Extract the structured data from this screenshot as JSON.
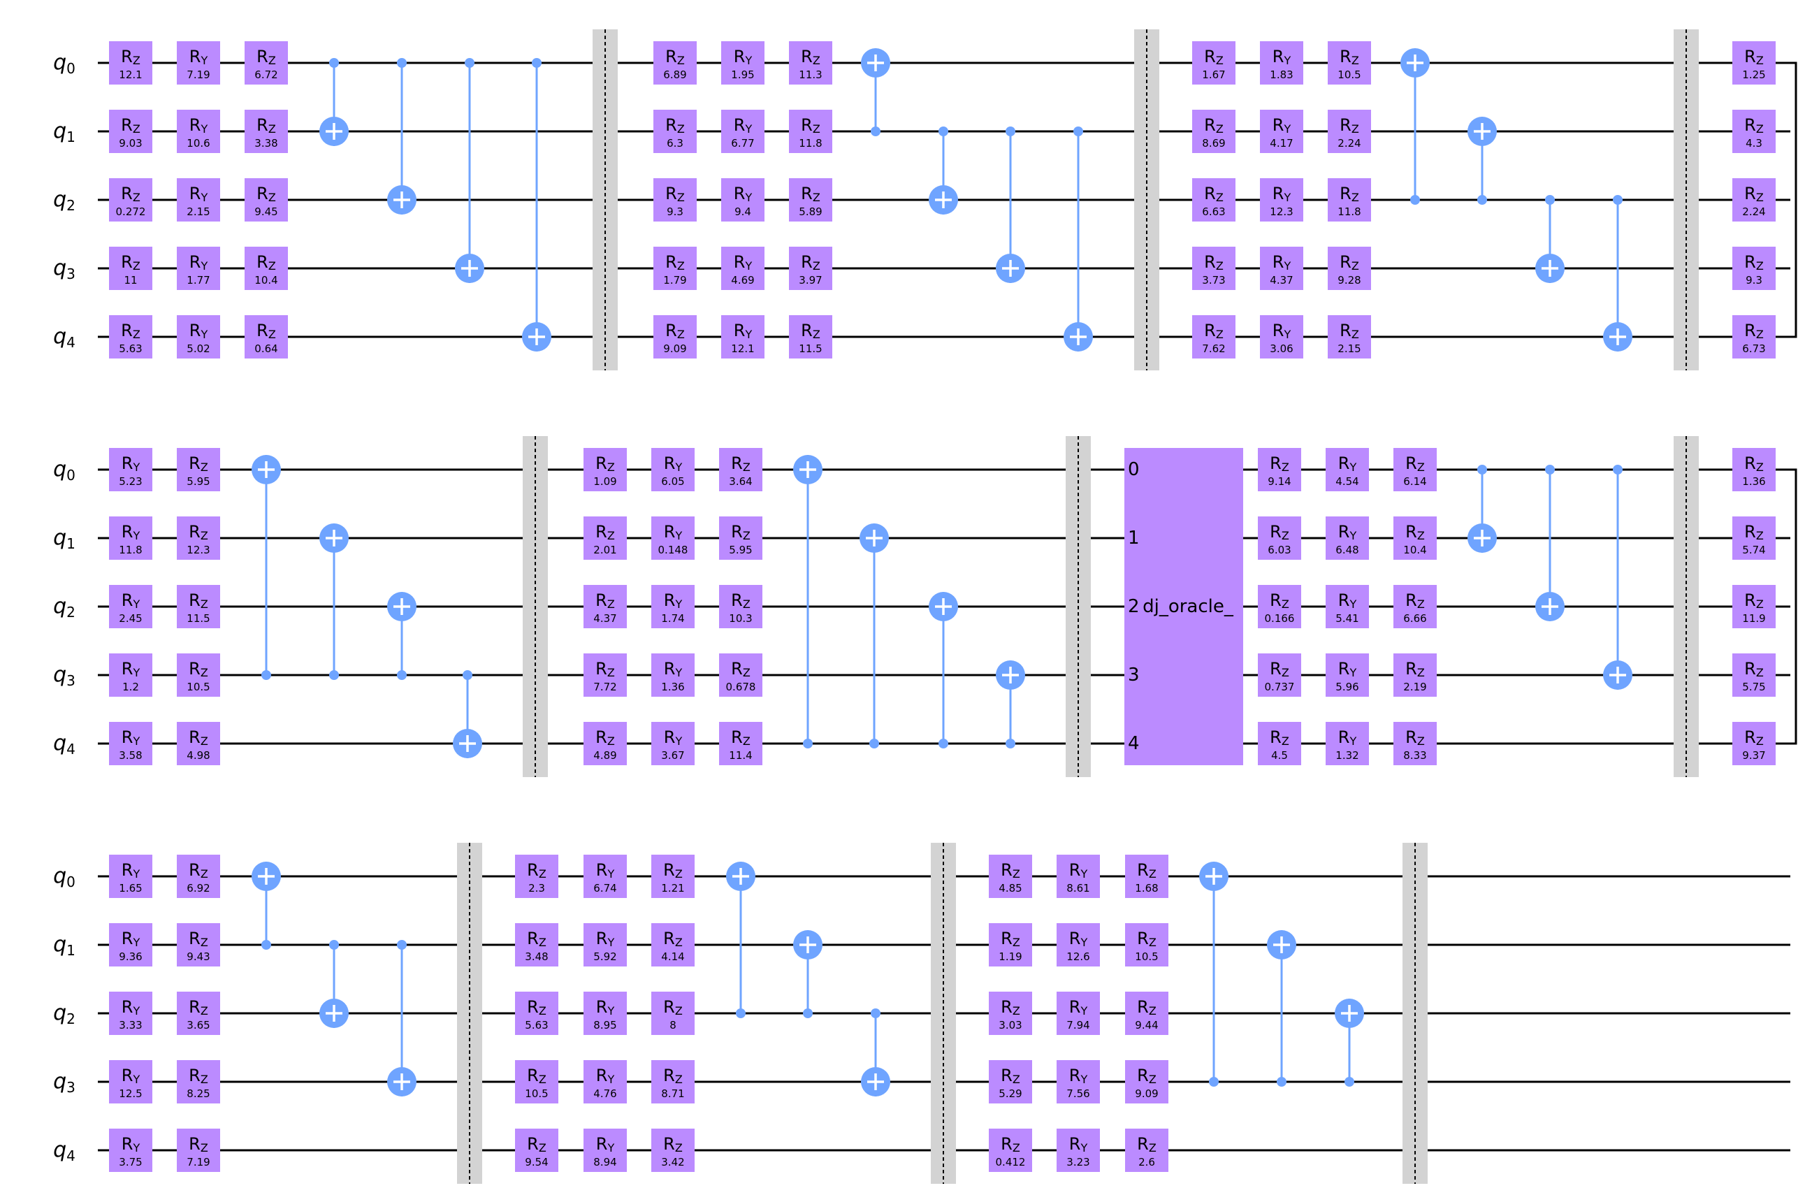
{
  "qubit_labels": [
    "q0",
    "q1",
    "q2",
    "q3",
    "q4"
  ],
  "colors": {
    "gate": "#BB8BFF",
    "cnot": "#6FA4FF",
    "wire": "#000000",
    "barrier": "#D3D3D3"
  },
  "rows": [
    {
      "name": "row-1",
      "ops": [
        {
          "t": "rot",
          "g": [
            [
              "Z",
              "12.1"
            ],
            [
              "Z",
              "9.03"
            ],
            [
              "Z",
              "0.272"
            ],
            [
              "Z",
              "11"
            ],
            [
              "Z",
              "5.63"
            ]
          ]
        },
        {
          "t": "rot",
          "g": [
            [
              "Y",
              "7.19"
            ],
            [
              "Y",
              "10.6"
            ],
            [
              "Y",
              "2.15"
            ],
            [
              "Y",
              "1.77"
            ],
            [
              "Y",
              "5.02"
            ]
          ]
        },
        {
          "t": "rot",
          "g": [
            [
              "Z",
              "6.72"
            ],
            [
              "Z",
              "3.38"
            ],
            [
              "Z",
              "9.45"
            ],
            [
              "Z",
              "10.4"
            ],
            [
              "Z",
              "0.64"
            ]
          ]
        },
        {
          "t": "cx",
          "c": 0,
          "x": 1
        },
        {
          "t": "cx",
          "c": 0,
          "x": 2
        },
        {
          "t": "cx",
          "c": 0,
          "x": 3
        },
        {
          "t": "cx",
          "c": 0,
          "x": 4
        },
        {
          "t": "barrier"
        },
        {
          "t": "rot",
          "g": [
            [
              "Z",
              "6.89"
            ],
            [
              "Z",
              "6.3"
            ],
            [
              "Z",
              "9.3"
            ],
            [
              "Z",
              "1.79"
            ],
            [
              "Z",
              "9.09"
            ]
          ]
        },
        {
          "t": "rot",
          "g": [
            [
              "Y",
              "1.95"
            ],
            [
              "Y",
              "6.77"
            ],
            [
              "Y",
              "9.4"
            ],
            [
              "Y",
              "4.69"
            ],
            [
              "Y",
              "12.1"
            ]
          ]
        },
        {
          "t": "rot",
          "g": [
            [
              "Z",
              "11.3"
            ],
            [
              "Z",
              "11.8"
            ],
            [
              "Z",
              "5.89"
            ],
            [
              "Z",
              "3.97"
            ],
            [
              "Z",
              "11.5"
            ]
          ]
        },
        {
          "t": "cx",
          "c": 1,
          "x": 0
        },
        {
          "t": "cx",
          "c": 1,
          "x": 2
        },
        {
          "t": "cx",
          "c": 1,
          "x": 3
        },
        {
          "t": "cx",
          "c": 1,
          "x": 4
        },
        {
          "t": "barrier"
        },
        {
          "t": "rot",
          "g": [
            [
              "Z",
              "1.67"
            ],
            [
              "Z",
              "8.69"
            ],
            [
              "Z",
              "6.63"
            ],
            [
              "Z",
              "3.73"
            ],
            [
              "Z",
              "7.62"
            ]
          ]
        },
        {
          "t": "rot",
          "g": [
            [
              "Y",
              "1.83"
            ],
            [
              "Y",
              "4.17"
            ],
            [
              "Y",
              "12.3"
            ],
            [
              "Y",
              "4.37"
            ],
            [
              "Y",
              "3.06"
            ]
          ]
        },
        {
          "t": "rot",
          "g": [
            [
              "Z",
              "10.5"
            ],
            [
              "Z",
              "2.24"
            ],
            [
              "Z",
              "11.8"
            ],
            [
              "Z",
              "9.28"
            ],
            [
              "Z",
              "2.15"
            ]
          ]
        },
        {
          "t": "cx",
          "c": 2,
          "x": 0
        },
        {
          "t": "cx",
          "c": 2,
          "x": 1
        },
        {
          "t": "cx",
          "c": 2,
          "x": 3
        },
        {
          "t": "cx",
          "c": 2,
          "x": 4
        },
        {
          "t": "barrier"
        },
        {
          "t": "rot",
          "g": [
            [
              "Z",
              "1.25"
            ],
            [
              "Z",
              "4.3"
            ],
            [
              "Z",
              "2.24"
            ],
            [
              "Z",
              "9.3"
            ],
            [
              "Z",
              "6.73"
            ]
          ]
        }
      ]
    },
    {
      "name": "row-2",
      "ops": [
        {
          "t": "rot",
          "g": [
            [
              "Y",
              "5.23"
            ],
            [
              "Y",
              "11.8"
            ],
            [
              "Y",
              "2.45"
            ],
            [
              "Y",
              "1.2"
            ],
            [
              "Y",
              "3.58"
            ]
          ]
        },
        {
          "t": "rot",
          "g": [
            [
              "Z",
              "5.95"
            ],
            [
              "Z",
              "12.3"
            ],
            [
              "Z",
              "11.5"
            ],
            [
              "Z",
              "10.5"
            ],
            [
              "Z",
              "4.98"
            ]
          ]
        },
        {
          "t": "cx",
          "c": 3,
          "x": 0
        },
        {
          "t": "cx",
          "c": 3,
          "x": 1
        },
        {
          "t": "cx",
          "c": 3,
          "x": 2
        },
        {
          "t": "cx",
          "c": 3,
          "x": 4
        },
        {
          "t": "barrier"
        },
        {
          "t": "rot",
          "g": [
            [
              "Z",
              "1.09"
            ],
            [
              "Z",
              "2.01"
            ],
            [
              "Z",
              "4.37"
            ],
            [
              "Z",
              "7.72"
            ],
            [
              "Z",
              "4.89"
            ]
          ]
        },
        {
          "t": "rot",
          "g": [
            [
              "Y",
              "6.05"
            ],
            [
              "Y",
              "0.148"
            ],
            [
              "Y",
              "1.74"
            ],
            [
              "Y",
              "1.36"
            ],
            [
              "Y",
              "3.67"
            ]
          ]
        },
        {
          "t": "rot",
          "g": [
            [
              "Z",
              "3.64"
            ],
            [
              "Z",
              "5.95"
            ],
            [
              "Z",
              "10.3"
            ],
            [
              "Z",
              "0.678"
            ],
            [
              "Z",
              "11.4"
            ]
          ]
        },
        {
          "t": "cx",
          "c": 4,
          "x": 0
        },
        {
          "t": "cx",
          "c": 4,
          "x": 1
        },
        {
          "t": "cx",
          "c": 4,
          "x": 2
        },
        {
          "t": "cx",
          "c": 4,
          "x": 3
        },
        {
          "t": "barrier"
        },
        {
          "t": "oracle",
          "label": "dj_oracle_",
          "ports": [
            "0",
            "1",
            "2",
            "3",
            "4"
          ]
        },
        {
          "t": "rot",
          "g": [
            [
              "Z",
              "9.14"
            ],
            [
              "Z",
              "6.03"
            ],
            [
              "Z",
              "0.166"
            ],
            [
              "Z",
              "0.737"
            ],
            [
              "Z",
              "4.5"
            ]
          ]
        },
        {
          "t": "rot",
          "g": [
            [
              "Y",
              "4.54"
            ],
            [
              "Y",
              "6.48"
            ],
            [
              "Y",
              "5.41"
            ],
            [
              "Y",
              "5.96"
            ],
            [
              "Y",
              "1.32"
            ]
          ]
        },
        {
          "t": "rot",
          "g": [
            [
              "Z",
              "6.14"
            ],
            [
              "Z",
              "10.4"
            ],
            [
              "Z",
              "6.66"
            ],
            [
              "Z",
              "2.19"
            ],
            [
              "Z",
              "8.33"
            ]
          ]
        },
        {
          "t": "cx",
          "c": 0,
          "x": 1
        },
        {
          "t": "cx",
          "c": 0,
          "x": 2
        },
        {
          "t": "cx",
          "c": 0,
          "x": 3
        },
        {
          "t": "barrier"
        },
        {
          "t": "rot",
          "g": [
            [
              "Z",
              "1.36"
            ],
            [
              "Z",
              "5.74"
            ],
            [
              "Z",
              "11.9"
            ],
            [
              "Z",
              "5.75"
            ],
            [
              "Z",
              "9.37"
            ]
          ]
        }
      ]
    },
    {
      "name": "row-3",
      "ops": [
        {
          "t": "rot",
          "g": [
            [
              "Y",
              "1.65"
            ],
            [
              "Y",
              "9.36"
            ],
            [
              "Y",
              "3.33"
            ],
            [
              "Y",
              "12.5"
            ],
            [
              "Y",
              "3.75"
            ]
          ]
        },
        {
          "t": "rot",
          "g": [
            [
              "Z",
              "6.92"
            ],
            [
              "Z",
              "9.43"
            ],
            [
              "Z",
              "3.65"
            ],
            [
              "Z",
              "8.25"
            ],
            [
              "Z",
              "7.19"
            ]
          ]
        },
        {
          "t": "cx",
          "c": 1,
          "x": 0
        },
        {
          "t": "cx",
          "c": 1,
          "x": 2
        },
        {
          "t": "cx",
          "c": 1,
          "x": 3
        },
        {
          "t": "barrier"
        },
        {
          "t": "rot",
          "g": [
            [
              "Z",
              "2.3"
            ],
            [
              "Z",
              "3.48"
            ],
            [
              "Z",
              "5.63"
            ],
            [
              "Z",
              "10.5"
            ],
            [
              "Z",
              "9.54"
            ]
          ]
        },
        {
          "t": "rot",
          "g": [
            [
              "Y",
              "6.74"
            ],
            [
              "Y",
              "5.92"
            ],
            [
              "Y",
              "8.95"
            ],
            [
              "Y",
              "4.76"
            ],
            [
              "Y",
              "8.94"
            ]
          ]
        },
        {
          "t": "rot",
          "g": [
            [
              "Z",
              "1.21"
            ],
            [
              "Z",
              "4.14"
            ],
            [
              "Z",
              "8"
            ],
            [
              "Z",
              "8.71"
            ],
            [
              "Z",
              "3.42"
            ]
          ]
        },
        {
          "t": "cx",
          "c": 2,
          "x": 0
        },
        {
          "t": "cx",
          "c": 2,
          "x": 1
        },
        {
          "t": "cx",
          "c": 2,
          "x": 3
        },
        {
          "t": "barrier"
        },
        {
          "t": "rot",
          "g": [
            [
              "Z",
              "4.85"
            ],
            [
              "Z",
              "1.19"
            ],
            [
              "Z",
              "3.03"
            ],
            [
              "Z",
              "5.29"
            ],
            [
              "Z",
              "0.412"
            ]
          ]
        },
        {
          "t": "rot",
          "g": [
            [
              "Y",
              "8.61"
            ],
            [
              "Y",
              "12.6"
            ],
            [
              "Y",
              "7.94"
            ],
            [
              "Y",
              "7.56"
            ],
            [
              "Y",
              "3.23"
            ]
          ]
        },
        {
          "t": "rot",
          "g": [
            [
              "Z",
              "1.68"
            ],
            [
              "Z",
              "10.5"
            ],
            [
              "Z",
              "9.44"
            ],
            [
              "Z",
              "9.09"
            ],
            [
              "Z",
              "2.6"
            ]
          ]
        },
        {
          "t": "cx",
          "c": 3,
          "x": 0
        },
        {
          "t": "cx",
          "c": 3,
          "x": 1
        },
        {
          "t": "cx",
          "c": 3,
          "x": 2
        },
        {
          "t": "barrier"
        }
      ]
    }
  ]
}
